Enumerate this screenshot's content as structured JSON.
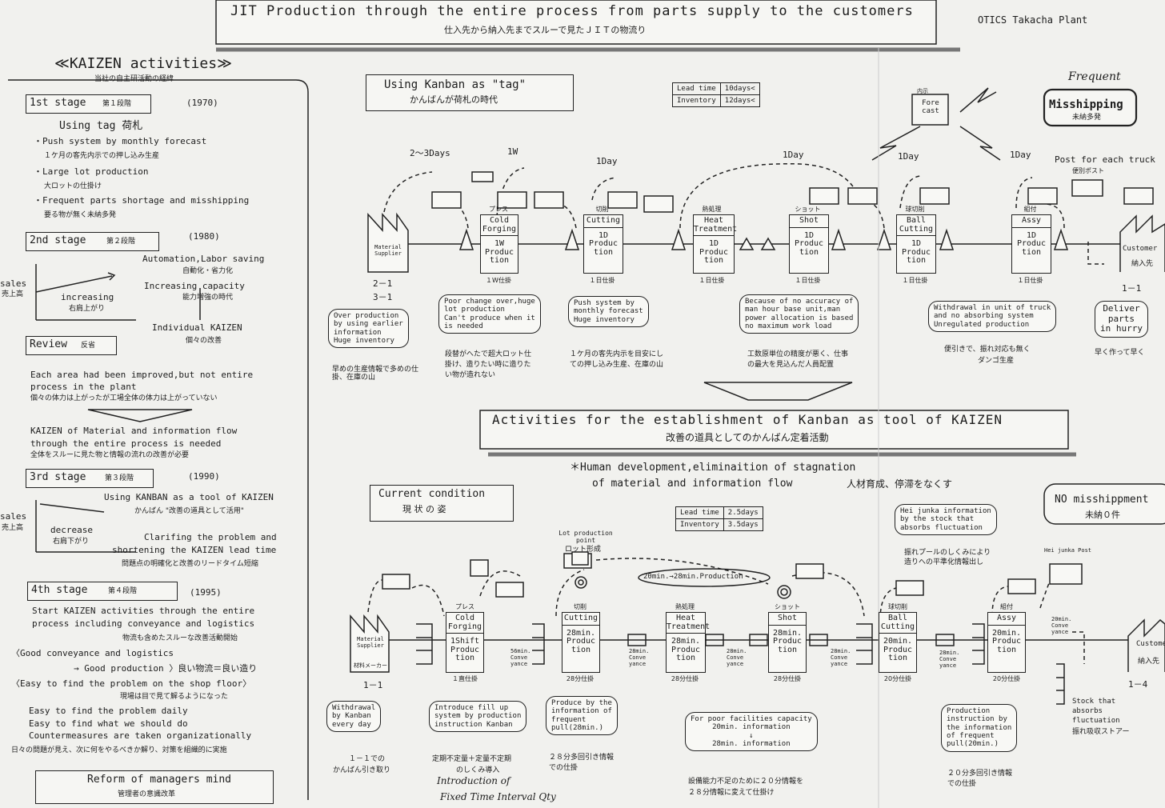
{
  "header": {
    "title": "JIT Production through the entire process from parts supply to the customers",
    "title_jp": "仕入先から納入先までスルーで見たＪＩＴの物流り",
    "plant": "OTICS Takacha Plant"
  },
  "left": {
    "heading": "≪KAIZEN activities≫",
    "heading_jp": "当社の自主研活動の経緯",
    "stage1": {
      "label": "1st stage",
      "label_jp": "第１段階",
      "year": "(1970)",
      "lines": [
        "Using tag 荷札",
        "・Push system by monthly forecast",
        "１ケ月の客先内示での押し込み生産",
        "・Large lot production",
        "大ロットの仕掛け",
        "・Frequent parts shortage and misshipping",
        "要る物が無く未納多発"
      ]
    },
    "stage2": {
      "label": "2nd stage",
      "label_jp": "第２段階",
      "year": "(1980)",
      "sales": "sales",
      "sales_jp": "売上高",
      "increasing": "increasing",
      "increasing_jp": "右肩上がり",
      "lines": [
        "Automation,Labor saving",
        "自動化・省力化",
        "Increasing capacity",
        "能力増強の時代",
        "Individual KAIZEN",
        "個々の改善"
      ]
    },
    "review": {
      "label": "Review",
      "label_jp": "反省",
      "lines": [
        "Each area had been improved,but not entire",
        "process in the plant",
        "個々の体力は上がったが工場全体の体力は上がっていない",
        "KAIZEN of Material and information flow",
        "through the entire process is needed",
        "全体をスルーに見た物と情報の流れの改善が必要"
      ]
    },
    "stage3": {
      "label": "3rd stage",
      "label_jp": "第３段階",
      "year": "(1990)",
      "sales": "sales",
      "sales_jp": "売上高",
      "decrease": "decrease",
      "decrease_jp": "右肩下がり",
      "lines": [
        "Using KANBAN as a tool of KAIZEN",
        "かんばん \"改善の道具として活用\"",
        "Clarifing the problem and",
        "shortening the KAIZEN lead time",
        "問題点の明確化と改善のリードタイム短縮"
      ]
    },
    "stage4": {
      "label": "4th stage",
      "label_jp": "第４段階",
      "year": "(1995)",
      "lines": [
        "Start KAIZEN activities through the entire",
        "process including conveyance and logistics",
        "物流も含めたスルーな改善活動開始",
        "〈Good conveyance and logistics",
        "→ Good production 〉良い物流＝良い造り",
        "〈Easy to find the problem on the shop floor〉",
        "現場は目で見て解るようになった",
        "Easy to find the problem daily",
        "Easy to find what we should do",
        "Countermeasures are taken organizationally",
        "日々の問題が見え、次に何をやるべきか解り、対策を組織的に実施"
      ]
    },
    "reform": "Reform of managers mind",
    "reform_jp": "管理者の意識改革"
  },
  "top": {
    "tag_title": "Using Kanban as \"tag\"",
    "tag_title_jp": "かんばんが荷札の時代",
    "lead_time_label": "Lead time",
    "lead_time_val": "10days<",
    "inventory_label": "Inventory",
    "inventory_val": "12days<",
    "forecast": "Fore cast",
    "forecast_jp": "内示",
    "frequent": "Frequent",
    "misshipping": "Misshipping",
    "misshipping_jp": "未納多発",
    "timings": [
      "2～3Days",
      "1W",
      "1Day",
      "1Day",
      "1Day",
      "1Day"
    ],
    "post": "Post for each truck",
    "post_jp": "便別ポスト",
    "supplier": "Material Supplier",
    "supplier_ratio": "2－1",
    "supplier_ratio2": "3－1",
    "processes": [
      {
        "jp": "プレス",
        "name": "Cold Forging",
        "body": "1W Produc tion",
        "under": "１W仕掛"
      },
      {
        "jp": "切削",
        "name": "Cutting",
        "body": "1D Produc tion",
        "under": "１日仕掛"
      },
      {
        "jp": "熱処理",
        "name": "Heat Treatment",
        "body": "1D Produc tion",
        "under": "１日仕掛"
      },
      {
        "jp": "ショット",
        "name": "Shot",
        "body": "1D Produc tion",
        "under": "１日仕掛"
      },
      {
        "jp": "球切削",
        "name": "Ball Cutting",
        "body": "1D Produc tion",
        "under": "１日仕掛"
      },
      {
        "jp": "組付",
        "name": "Assy",
        "body": "1D Produc tion",
        "under": "１日仕掛"
      }
    ],
    "customer": "Customer",
    "customer_jp": "納入先",
    "customer_ratio": "1－1",
    "notes": [
      {
        "en": [
          "Over production",
          "by using earlier",
          "information",
          "Huge inventory"
        ],
        "jp": [
          "早めの生産情報で多めの仕掛、在庫の山"
        ]
      },
      {
        "en": [
          "Poor change over,huge",
          "lot production",
          "Can't produce when it",
          "is needed"
        ],
        "jp": [
          "段替がへたで超大ロット仕",
          "掛け、造りたい時に造りた",
          "い物が造れない"
        ]
      },
      {
        "en": [
          "Push system by",
          "monthly forecast",
          "Huge inventory"
        ],
        "jp": [
          "１ケ月の客先内示を目安にし",
          "ての押し込み生産、在庫の山"
        ]
      },
      {
        "en": [
          "Because of no accuracy of",
          "man hour base unit,man",
          "power allocation is based",
          "no maximum work load"
        ],
        "jp": [
          "工数原単位の精度が悪く、仕事",
          "の最大を見込んだ人員配置"
        ]
      },
      {
        "en": [
          "Withdrawal in unit of truck",
          "and no absorbing system",
          "Unregulated production"
        ],
        "jp": [
          "便引きで、振れ対応も無く",
          "ダンゴ生産"
        ]
      },
      {
        "en": [
          "Deliver",
          "parts",
          "in hurry"
        ],
        "jp": [
          "早く作って早く"
        ]
      }
    ]
  },
  "middle": {
    "title": "Activities for the establishment of Kanban as tool of KAIZEN",
    "title_jp": "改善の道具としてのかんばん定着活動",
    "sub1": "＊Human development,eliminaition of stagnation",
    "sub2": "of material and information flow",
    "sub2_jp": "人材育成、停滞をなくす"
  },
  "bottom": {
    "current": "Current condition",
    "current_jp": "現 状 の 姿",
    "lead_time_label": "Lead time",
    "lead_time_val": "2.5days",
    "inventory_label": "Inventory",
    "inventory_val": "3.5days",
    "no_misshipping": "NO misshippment",
    "no_misshipping_jp": "未納０件",
    "heijunka_note": [
      "Hei junka information",
      "by the stock that",
      "absorbs fluctuation"
    ],
    "heijunka_note_jp": [
      "振れプールのしくみにより",
      "造りへの平準化情報出し"
    ],
    "heijunka_post": "Hei junka Post",
    "lot_point": "Lot production point",
    "lot_point_jp": "ロット形成",
    "production_ellipse": "20min.→28min.Production",
    "supplier": "Material Supplier",
    "supplier_jp": "材料メーカー",
    "supplier_ratio": "1－1",
    "processes": [
      {
        "jp": "プレス",
        "name": "Cold Forging",
        "body": "1Shift Produc tion",
        "under": "１直仕掛"
      },
      {
        "jp": "切削",
        "name": "Cutting",
        "body": "28min. Produc tion",
        "under": "28分仕掛"
      },
      {
        "jp": "熱処理",
        "name": "Heat Treatment",
        "body": "28min. Produc tion",
        "under": "28分仕掛"
      },
      {
        "jp": "ショット",
        "name": "Shot",
        "body": "28min. Produc tion",
        "under": "28分仕掛"
      },
      {
        "jp": "球切削",
        "name": "Ball Cutting",
        "body": "20min. Produc tion",
        "under": "20分仕掛"
      },
      {
        "jp": "組付",
        "name": "Assy",
        "body": "20min. Produc tion",
        "under": "20分仕掛"
      }
    ],
    "conveyance": [
      "56min. Conve yance",
      "28min. Conve yance",
      "28min. Conve yance",
      "28min. Conve yance",
      "28min. Conve yance",
      "20min. Conve yance"
    ],
    "customer": "Customer",
    "customer_jp": "納入先",
    "customer_ratio": "1－4",
    "stock_note": [
      "Stock that",
      "absorbs",
      "fluctuation"
    ],
    "stock_note_jp": "振れ吸収ストアー",
    "notes": [
      {
        "en": [
          "Withdrawal",
          "by Kanban",
          "every day"
        ],
        "jp": [
          "１－１での",
          "かんばん引き取り"
        ]
      },
      {
        "en": [
          "Introduce fill up",
          "system by production",
          "instruction Kanban"
        ],
        "jp": [
          "定期不定量＋定量不定期",
          "のしくみ導入"
        ]
      },
      {
        "en": [
          "Produce by the",
          "information of",
          "frequent",
          "pull(28min.)"
        ],
        "jp": [
          "２８分多回引き情報",
          "での仕掛"
        ]
      },
      {
        "en": [
          "For poor facilities capacity",
          "20min. information",
          "↓",
          "28min. information"
        ],
        "jp": [
          "設備能力不足のために２０分情報を",
          "２８分情報に変えて仕掛け"
        ]
      },
      {
        "en": [
          "Production",
          "instruction by",
          "the information",
          "of frequent",
          "pull(20min.)"
        ],
        "jp": [
          "２０分多回引き情報",
          "での仕掛"
        ]
      }
    ],
    "handwritten": [
      "Introduction of",
      "Fixed Time Interval Qty"
    ]
  }
}
